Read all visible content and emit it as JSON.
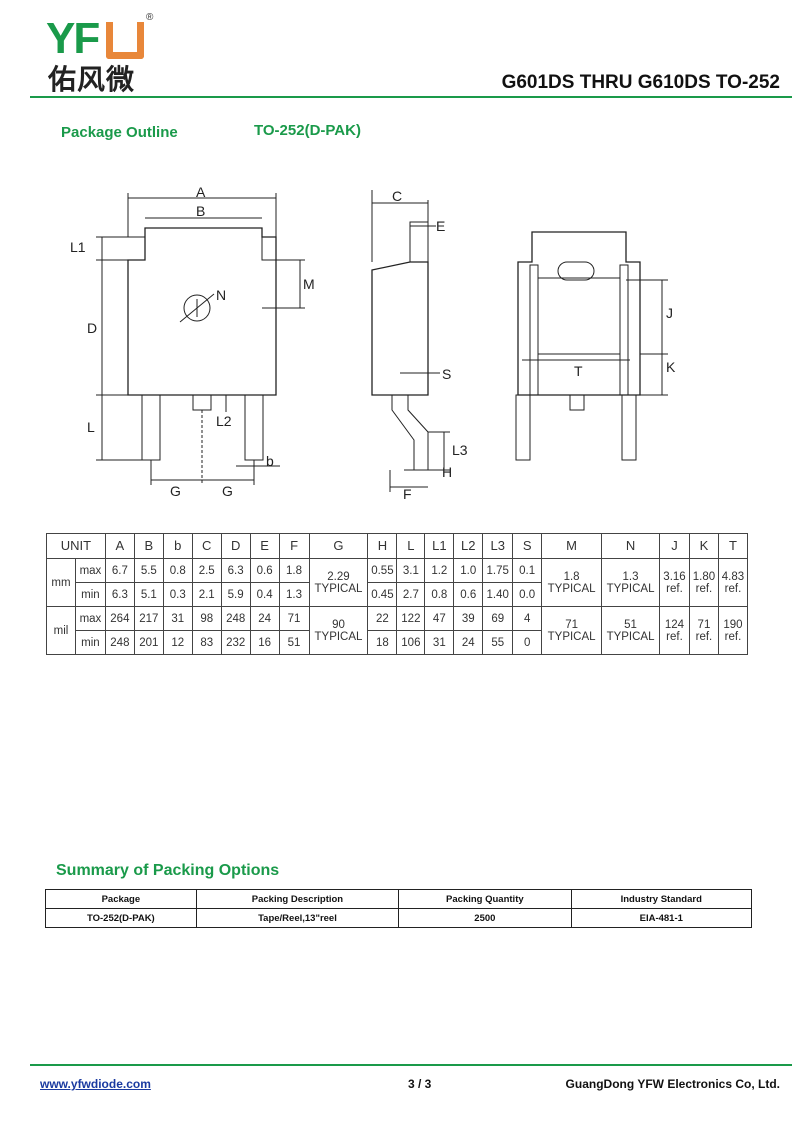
{
  "header": {
    "logo_letters": "YF",
    "logo_cn": "佑风微",
    "logo_reg": "®",
    "title": "G601DS THRU G610DS  TO-252"
  },
  "section1": {
    "title": "Package Outline",
    "package": "TO-252(D-PAK)"
  },
  "drawing": {
    "labels": {
      "A": "A",
      "B": "B",
      "L1": "L1",
      "D": "D",
      "L": "L",
      "M": "M",
      "N": "N",
      "L2": "L2",
      "G1": "G",
      "G2": "G",
      "b": "b",
      "C": "C",
      "E": "E",
      "S": "S",
      "L3": "L3",
      "H": "H",
      "F": "F",
      "J": "J",
      "K": "K",
      "T": "T"
    }
  },
  "dim_table": {
    "unit_label": "UNIT",
    "columns": [
      "A",
      "B",
      "b",
      "C",
      "D",
      "E",
      "F",
      "G",
      "H",
      "L",
      "L1",
      "L2",
      "L3",
      "S",
      "M",
      "N",
      "J",
      "K",
      "T"
    ],
    "groups": [
      {
        "unit": "mm",
        "rows": [
          {
            "label": "max",
            "values": [
              "6.7",
              "5.5",
              "0.8",
              "2.5",
              "6.3",
              "0.6",
              "1.8",
              null,
              "0.55",
              "3.1",
              "1.2",
              "1.0",
              "1.75",
              "0.1",
              null,
              null,
              null,
              null,
              null
            ]
          },
          {
            "label": "min",
            "values": [
              "6.3",
              "5.1",
              "0.3",
              "2.1",
              "5.9",
              "0.4",
              "1.3",
              null,
              "0.45",
              "2.7",
              "0.8",
              "0.6",
              "1.40",
              "0.0",
              null,
              null,
              null,
              null,
              null
            ]
          }
        ],
        "merged": {
          "G": [
            "2.29",
            "TYPICAL"
          ],
          "M": [
            "1.8",
            "TYPICAL"
          ],
          "N": [
            "1.3",
            "TYPICAL"
          ],
          "J": [
            "3.16",
            "ref."
          ],
          "K": [
            "1.80",
            "ref."
          ],
          "T": [
            "4.83",
            "ref."
          ]
        }
      },
      {
        "unit": "mil",
        "rows": [
          {
            "label": "max",
            "values": [
              "264",
              "217",
              "31",
              "98",
              "248",
              "24",
              "71",
              null,
              "22",
              "122",
              "47",
              "39",
              "69",
              "4",
              null,
              null,
              null,
              null,
              null
            ]
          },
          {
            "label": "min",
            "values": [
              "248",
              "201",
              "12",
              "83",
              "232",
              "16",
              "51",
              null,
              "18",
              "106",
              "31",
              "24",
              "55",
              "0",
              null,
              null,
              null,
              null,
              null
            ]
          }
        ],
        "merged": {
          "G": [
            "90",
            "TYPICAL"
          ],
          "M": [
            "71",
            "TYPICAL"
          ],
          "N": [
            "51",
            "TYPICAL"
          ],
          "J": [
            "124",
            "ref."
          ],
          "K": [
            "71",
            "ref."
          ],
          "T": [
            "190",
            "ref."
          ]
        }
      }
    ]
  },
  "section2": {
    "title": "Summary of Packing Options"
  },
  "pack_table": {
    "headers": [
      "Package",
      "Packing Description",
      "Packing Quantity",
      "Industry Standard"
    ],
    "rows": [
      [
        "TO-252(D-PAK)",
        "Tape/Reel,13\"reel",
        "2500",
        "EIA-481-1"
      ]
    ]
  },
  "footer": {
    "website": "www.yfwdiode.com",
    "page": "3 / 3",
    "company": "GuangDong YFW Electronics Co, Ltd."
  },
  "colors": {
    "brand_green": "#1a9a4a",
    "brand_orange": "#e8873a"
  }
}
